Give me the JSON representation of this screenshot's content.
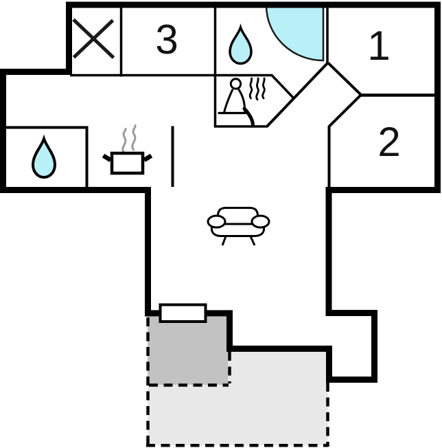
{
  "floorplan": {
    "rooms": [
      {
        "name": "room-1",
        "label": "1"
      },
      {
        "name": "room-2",
        "label": "2"
      },
      {
        "name": "room-3",
        "label": "3"
      }
    ],
    "icons": [
      "wardrobe-cross-icon",
      "water-drop-icon-bathroom",
      "shower-icon",
      "sauna-icon",
      "water-drop-icon-kitchen",
      "stove-icon",
      "sofa-icon",
      "terrace-door-icon"
    ],
    "colors": {
      "wall": "#000000",
      "water_fill": "#b9eff7",
      "terrace_covered_fill": "#c2c2c2",
      "terrace_open_fill": "#e8e8e8",
      "steam_gray": "#999999"
    }
  }
}
